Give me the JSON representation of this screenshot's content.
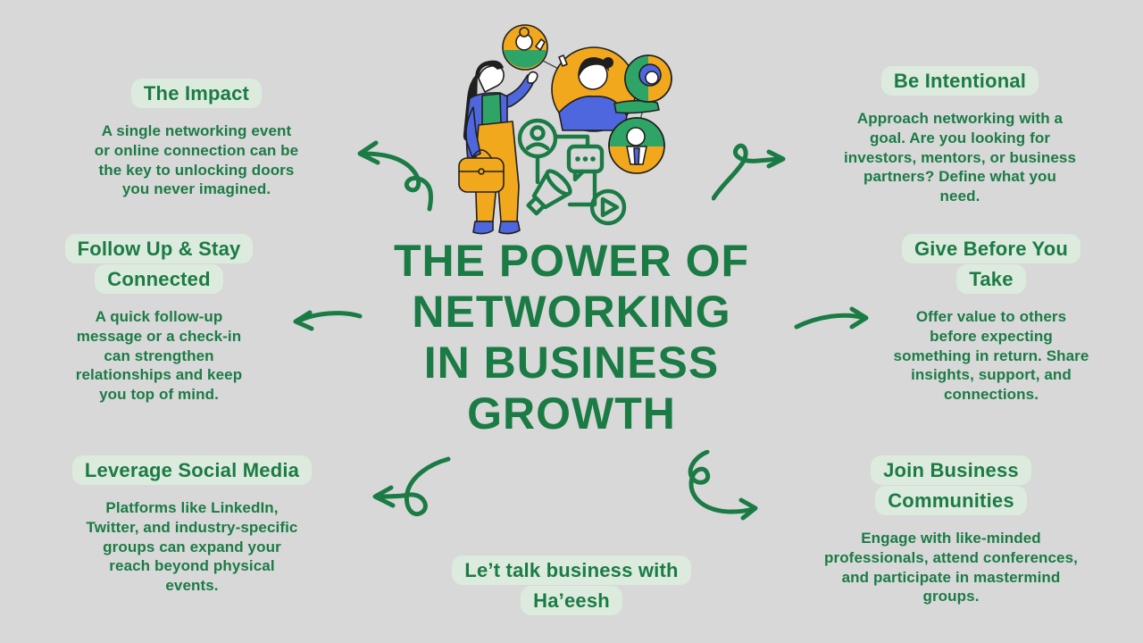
{
  "poster": {
    "title": "THE POWER OF\nNETWORKING\nIN BUSINESS\nGROWTH",
    "footer_tagline": "Le’t talk business with\nHa’eesh"
  },
  "sections": {
    "impact": {
      "heading": "The Impact",
      "body": "A single networking event\nor online connection can be\nthe key to unlocking doors\nyou never imagined."
    },
    "follow_up": {
      "heading": "Follow Up & Stay\nConnected",
      "body": "A quick follow-up\nmessage or a check-in\ncan strengthen\nrelationships and keep\nyou top of mind."
    },
    "social_media": {
      "heading": "Leverage Social Media",
      "body": "Platforms like LinkedIn,\nTwitter, and industry-specific\ngroups can expand your\nreach beyond physical\nevents."
    },
    "intentional": {
      "heading": "Be Intentional",
      "body": "Approach networking with a\ngoal. Are you looking for\ninvestors, mentors, or business\npartners? Define what you\nneed."
    },
    "give_before_take": {
      "heading": "Give Before You\nTake",
      "body": "Offer value to others\nbefore expecting\nsomething in return. Share\ninsights, support, and\nconnections."
    },
    "join_communities": {
      "heading": "Join Business\nCommunities",
      "body": "Engage with like-minded\nprofessionals, attend conferences,\nand participate in mastermind\ngroups."
    }
  },
  "icons": [
    "curly-arrow-top-left-icon",
    "curly-arrow-top-right-icon",
    "straight-arrow-left-icon",
    "straight-arrow-right-icon",
    "curly-arrow-bottom-left-icon",
    "curly-arrow-bottom-right-icon",
    "profile-badge-icon",
    "chat-bubble-icon",
    "megaphone-icon",
    "play-button-icon"
  ],
  "colors": {
    "background": "#d8d8d8",
    "text_green": "#1b7b45",
    "pill_background": "#dcebdd",
    "illustration_yellow": "#f2a81d",
    "illustration_blue": "#4e67de",
    "illustration_green": "#2ea566"
  }
}
